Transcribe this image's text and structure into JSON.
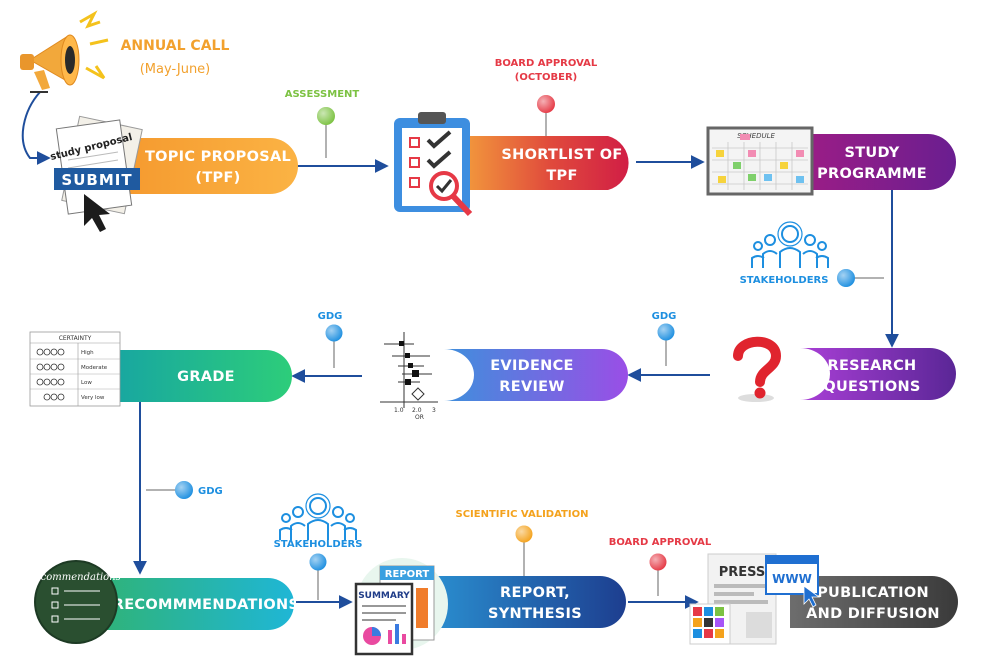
{
  "header": {
    "annual_call": "ANNUAL CALL",
    "annual_call_period": "(May-June)"
  },
  "steps": {
    "topic_proposal": [
      "TOPIC PROPOSAL",
      "(TPF)"
    ],
    "shortlist": [
      "SHORTLIST OF",
      "TPF"
    ],
    "study_programme": [
      "STUDY",
      "PROGRAMME"
    ],
    "research_questions": [
      "RESEARCH",
      "QUESTIONS"
    ],
    "evidence_review": [
      "EVIDENCE",
      "REVIEW"
    ],
    "grade": [
      "GRADE"
    ],
    "recommendations": [
      "RECOMMMENDATIONS"
    ],
    "report_synthesis": [
      "REPORT,",
      "SYNTHESIS"
    ],
    "publication": [
      "PUBLICATION",
      "AND DIFFUSION"
    ]
  },
  "pins": {
    "assessment": "ASSESSMENT",
    "board_approval_october": [
      "BOARD APPROVAL",
      "(OCTOBER)"
    ],
    "stakeholders_1": "STAKEHOLDERS",
    "gdg_1": "GDG",
    "gdg_2": "GDG",
    "gdg_3": "GDG",
    "stakeholders_2": "STAKEHOLDERS",
    "scientific_validation": "SCIENTIFIC VALIDATION",
    "board_approval": "BOARD APPROVAL"
  },
  "images": {
    "study_proposal": "study proposal",
    "submit": "SUBMIT",
    "schedule": "SCHEDULE",
    "certainty": "CERTAINTY",
    "certainty_levels": [
      "High",
      "Moderate",
      "Low",
      "Very low"
    ],
    "forest_axis": [
      "1.0",
      "2.0",
      "3"
    ],
    "forest_xlabel": "OR",
    "report": "REPORT",
    "summary": "SUMMARY",
    "press": "PRESS",
    "www": "WWW",
    "recommendations_board": "Recommendations"
  },
  "colors": {
    "orange": "#f7a23a",
    "red": "#d7263d",
    "purple": "#7b1f8f",
    "violet": "#8b5cf6",
    "teal": "#1aa89b",
    "blue": "#1f5fb0",
    "gray": "#4b4b4b",
    "pin_green": "#7cc242",
    "pin_red": "#e53945",
    "pin_blue": "#1d8fe0",
    "pin_orange": "#f4a21c"
  },
  "icons": [
    "megaphone-icon",
    "clipboard-check-icon",
    "calendar-board-icon",
    "question-mark-icon",
    "forest-plot-icon",
    "certainty-table-icon",
    "chalkboard-icon",
    "report-icon",
    "press-web-icon",
    "people-group-icon"
  ]
}
